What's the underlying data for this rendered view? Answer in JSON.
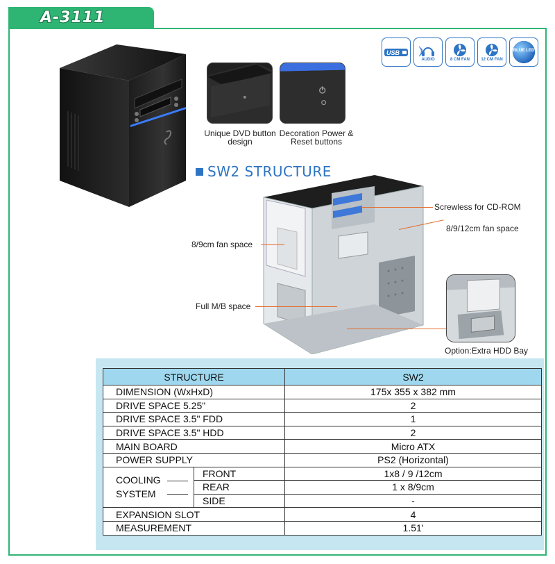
{
  "model": "A-3111",
  "badges": [
    {
      "name": "usb",
      "label": "USB"
    },
    {
      "name": "audio",
      "label": "AUDIO"
    },
    {
      "name": "fan8",
      "label": "8 CM FAN"
    },
    {
      "name": "fan12",
      "label": "12 CM FAN"
    },
    {
      "name": "blueled",
      "label": "BLUE LED"
    }
  ],
  "captions": {
    "dvd": "Unique DVD button design",
    "decoration": "Decoration Power & Reset buttons"
  },
  "structure_title": "SW2 STRUCTURE",
  "labels": {
    "screwless": "Screwless for CD-ROM",
    "fan_space_right": "8/9/12cm fan space",
    "fan_space_left": "8/9cm fan space",
    "mb_space": "Full M/B space",
    "hdd_bay": "Option:Extra HDD Bay"
  },
  "spec": {
    "header": {
      "left": "STRUCTURE",
      "right": "SW2"
    },
    "rows": [
      {
        "label": "DIMENSION (WxHxD)",
        "value": "175x 355 x 382 mm"
      },
      {
        "label": "DRIVE SPACE 5.25\"",
        "value": "2"
      },
      {
        "label": "DRIVE SPACE 3.5\" FDD",
        "value": "1"
      },
      {
        "label": "DRIVE SPACE 3.5\" HDD",
        "value": "2"
      },
      {
        "label": "MAIN BOARD",
        "value": "Micro ATX"
      },
      {
        "label": "POWER SUPPLY",
        "value": "PS2 (Horizontal)"
      }
    ],
    "cooling": {
      "label1": "COOLING",
      "label2": "SYSTEM",
      "rows": [
        {
          "label": "FRONT",
          "value": "1x8 / 9 /12cm"
        },
        {
          "label": "REAR",
          "value": "1 x 8/9cm"
        },
        {
          "label": "SIDE",
          "value": "-"
        }
      ]
    },
    "footer_rows": [
      {
        "label": "EXPANSION SLOT",
        "value": "4"
      },
      {
        "label": "MEASUREMENT",
        "value": "1.51'"
      }
    ]
  }
}
